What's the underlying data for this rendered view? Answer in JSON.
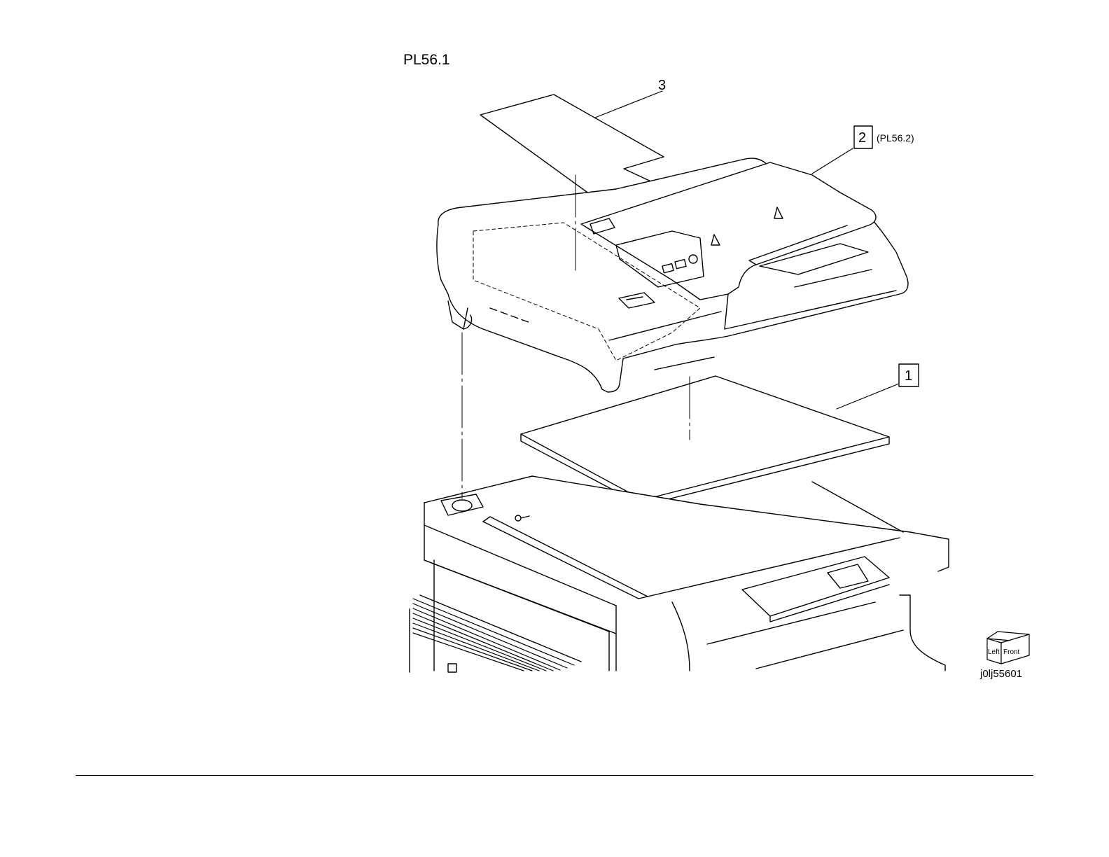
{
  "plate": {
    "title": "PL56.1",
    "figure_id": "j0lj55601"
  },
  "callouts": [
    {
      "number": "3",
      "boxed": false
    },
    {
      "number": "2",
      "boxed": true,
      "reference": "(PL56.2)"
    },
    {
      "number": "1",
      "boxed": true
    }
  ],
  "orientation_cube": {
    "left_label": "Left",
    "front_label": "Front"
  }
}
